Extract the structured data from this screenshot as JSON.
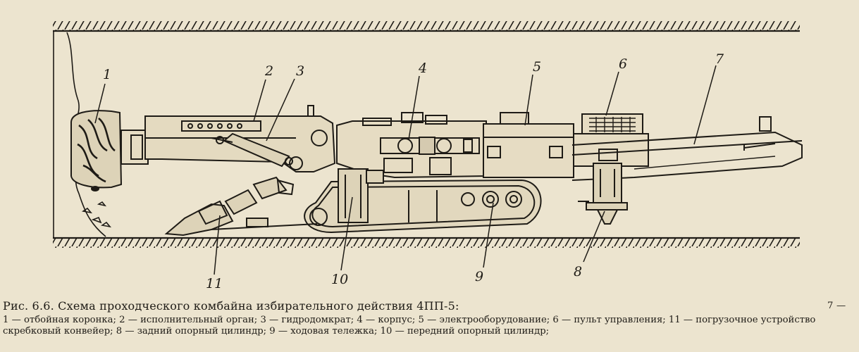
{
  "figure": {
    "callouts": [
      "1",
      "2",
      "3",
      "4",
      "5",
      "6",
      "7",
      "8",
      "9",
      "10",
      "11"
    ]
  },
  "caption": {
    "title": "Рис. 6.6. Схема проходческого комбайна избирательного действия 4ПП-5:",
    "title_tail": "7 —",
    "legend_line_1": "1 — отбойная коронка; 2 — исполнительный орган; 3 — гидродомкрат; 4 — корпус; 5 — электрооборудование; 6 — пульт управления; 11 — погрузочное устройство",
    "legend_line_2": "скребковый конвейер; 8 — задний опорный цилиндр; 9 — ходовая тележка; 10 — передний опорный цилиндр;"
  },
  "colors": {
    "paper": "#ece4cf",
    "ink": "#1e1b16"
  }
}
